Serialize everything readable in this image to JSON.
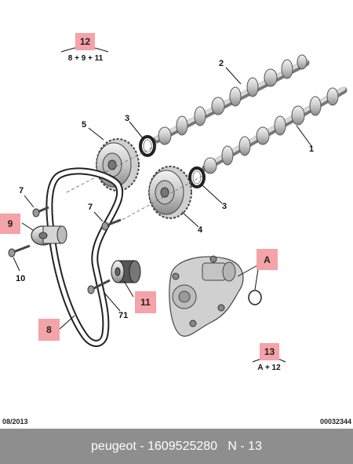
{
  "callouts": {
    "c12": "12",
    "c9": "9",
    "c11": "11",
    "c8": "8",
    "cA": "A",
    "c13": "13"
  },
  "formulas": {
    "f12": "8 + 9 + 11",
    "f13": "A + 12"
  },
  "labels": {
    "l2": "2",
    "l5": "5",
    "l3a": "3",
    "l1": "1",
    "l7a": "7",
    "l7b": "7",
    "l3b": "3",
    "l4": "4",
    "l10": "10",
    "l71": "71"
  },
  "footer": {
    "date": "08/2013",
    "code": "00032344"
  },
  "bottom_bar": {
    "brand": "peugeot",
    "separator1": " - ",
    "part_number": "1609525280",
    "separator2": "   ",
    "section": "N - 13"
  },
  "colors": {
    "callout": "#f4a3a9",
    "bar": "#8e8e8e"
  }
}
